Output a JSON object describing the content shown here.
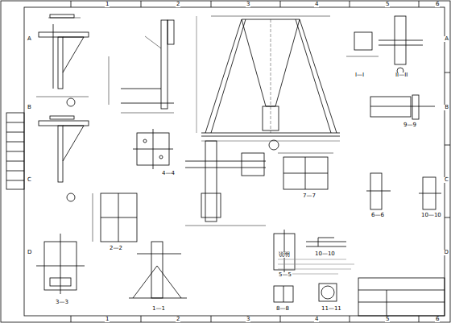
{
  "diagram": {
    "labels": [
      "1",
      "2",
      "3",
      "4",
      "5",
      "6",
      "1",
      "2",
      "3",
      "4",
      "5",
      "6",
      "A",
      "B",
      "C",
      "D",
      "A",
      "B",
      "C",
      "D",
      "4—4",
      "2—2",
      "3—3",
      "1—1",
      "5—5",
      "8—8",
      "11—11",
      "7—7",
      "6—6",
      "10—10",
      "9—9",
      "10—10",
      "I—I",
      "II—II",
      "说明"
    ]
  }
}
